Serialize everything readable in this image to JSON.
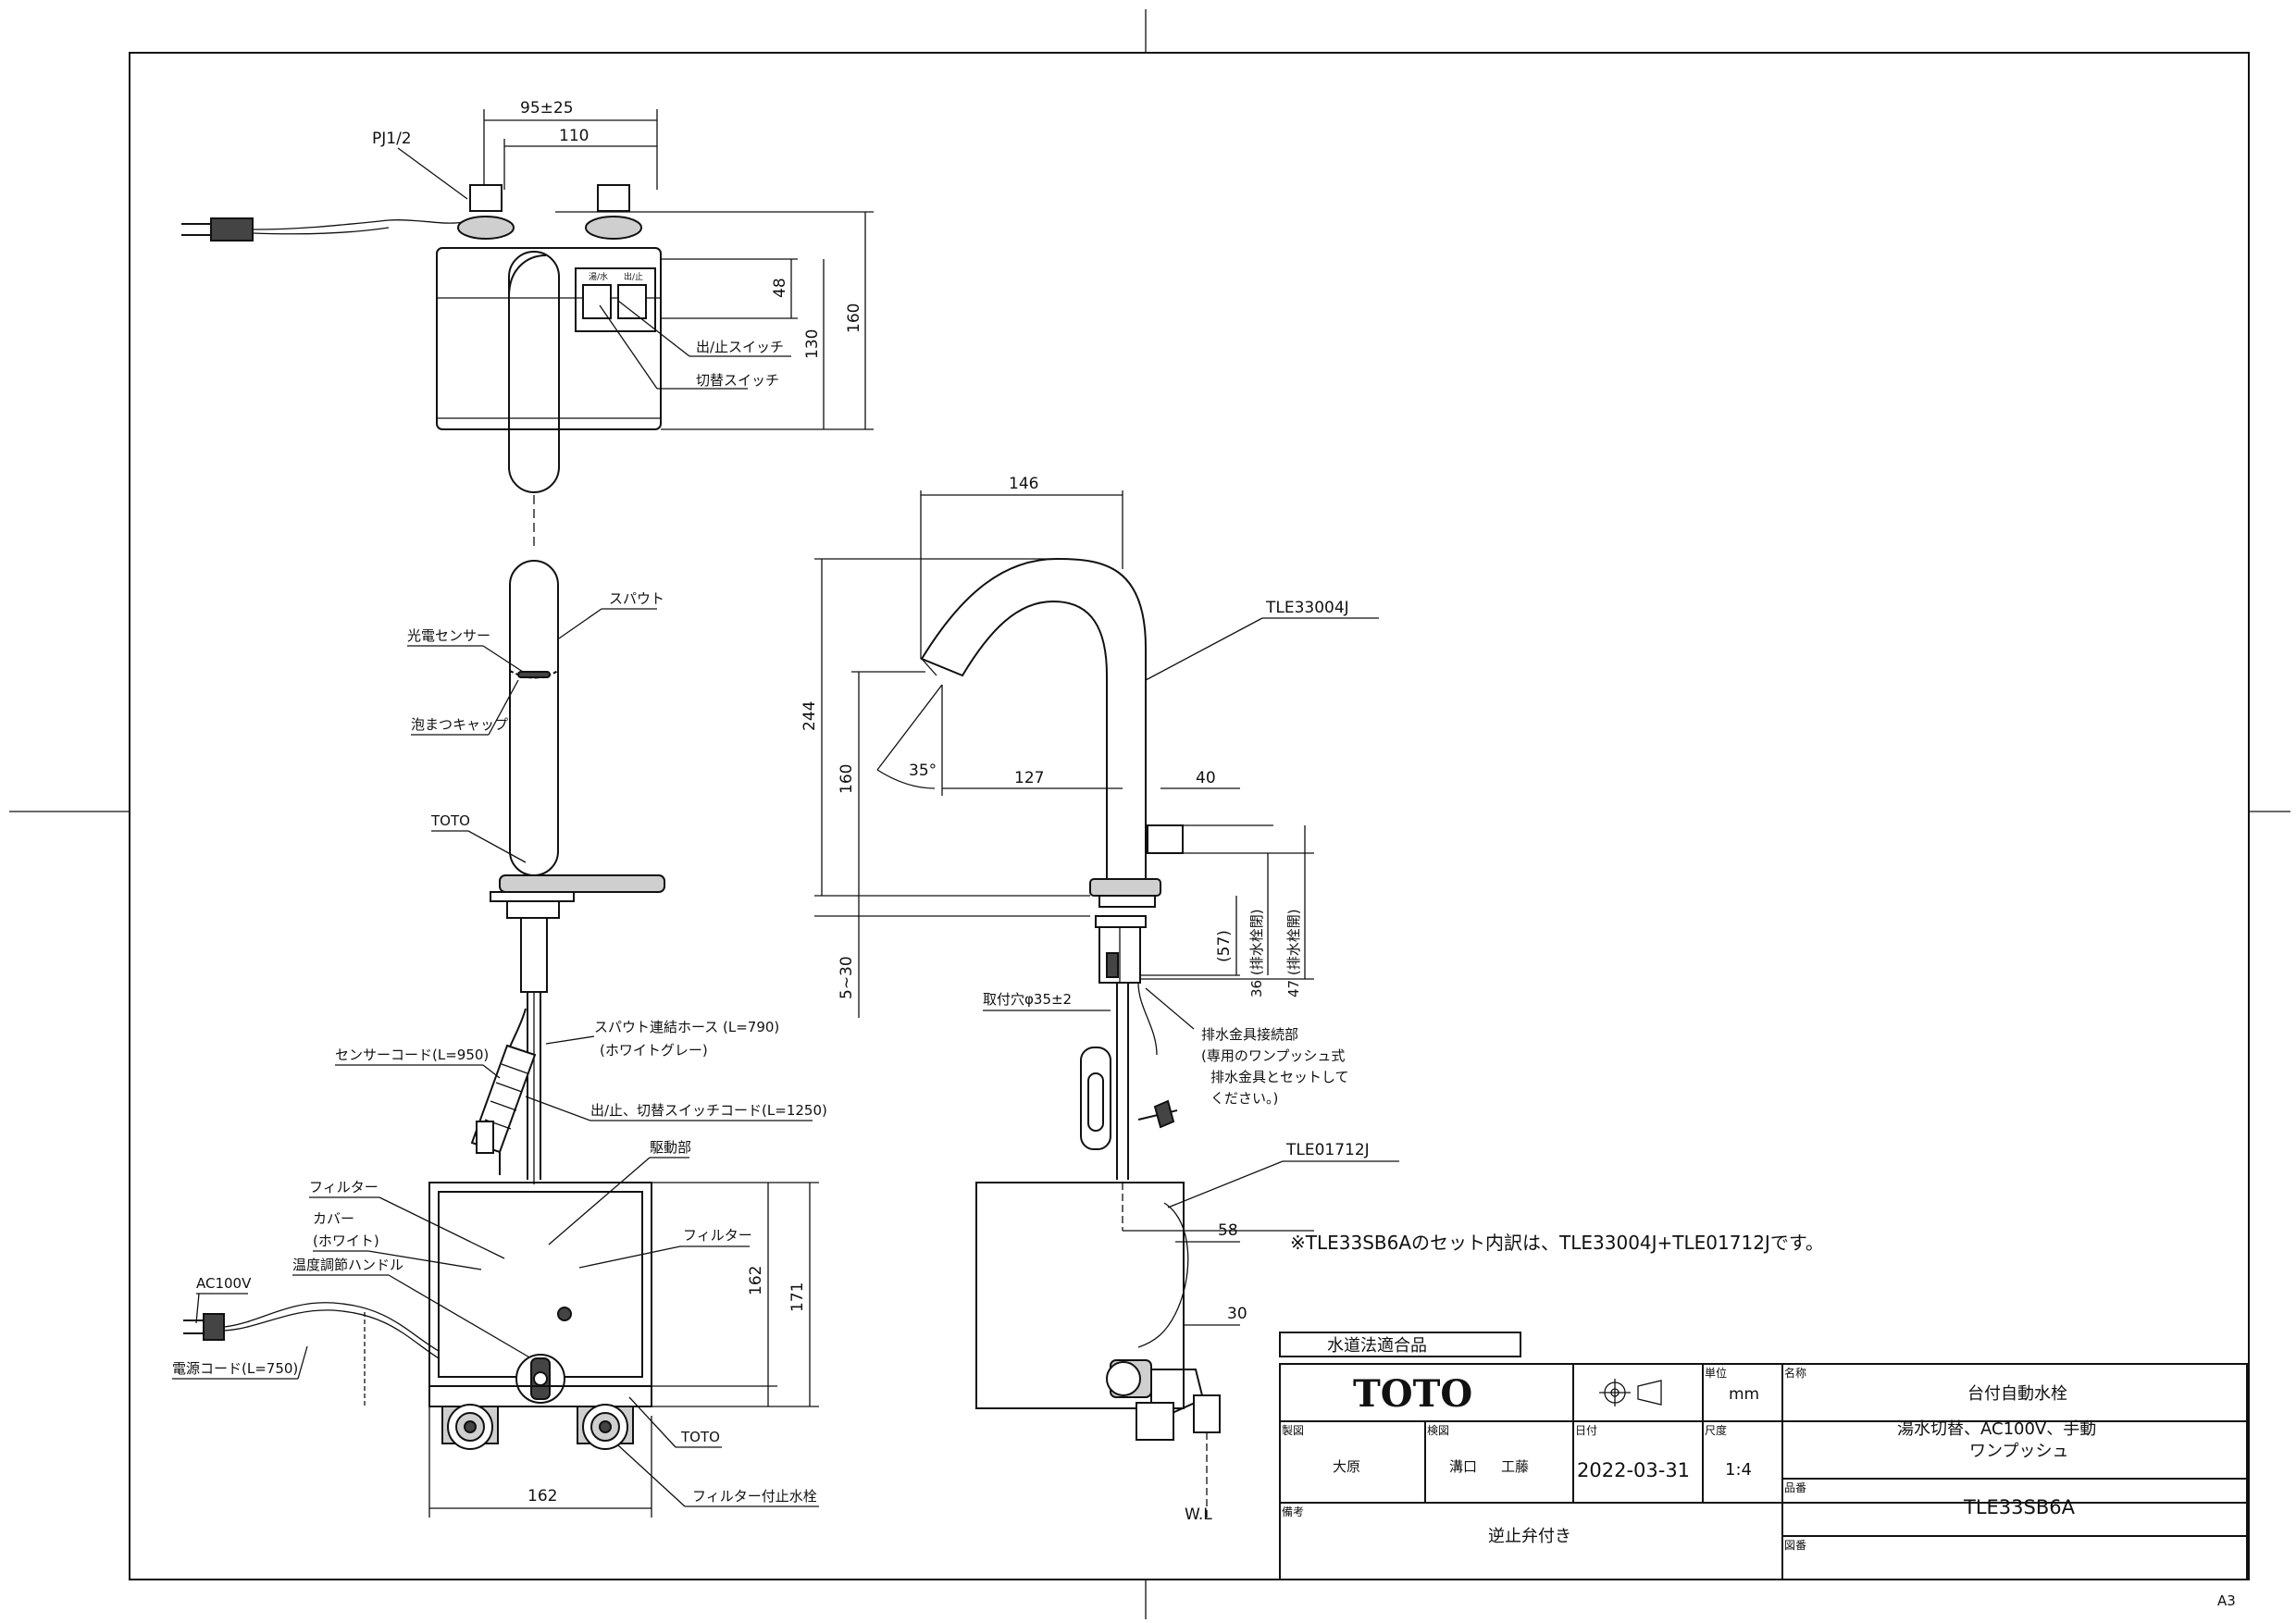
{
  "top_view": {
    "dim_95": "95±25",
    "dim_110": "110",
    "dim_48": "48",
    "dim_130": "130",
    "dim_160": "160",
    "pj": "PJ1/2",
    "switch_onoff": "出/止スイッチ",
    "switch_toggle": "切替スイッチ"
  },
  "front_view": {
    "spout": "スパウト",
    "sensor": "光電センサー",
    "aerator": "泡まつキャップ",
    "toto": "TOTO",
    "hose": "スパウト連結ホース (L=790)",
    "hose_color": "(ホワイトグレー)",
    "sensor_cord": "センサーコード(L=950)",
    "switch_cord": "出/止、切替スイッチコード(L=1250)",
    "drive": "駆動部",
    "filter1": "フィルター",
    "filter2": "フィルター",
    "cover": "カバー",
    "cover_color": "(ホワイト)",
    "temp_handle": "温度調節ハンドル",
    "ac": "AC100V",
    "power_cord": "電源コード(L=750)",
    "toto_valve": "TOTO",
    "filter_valve": "フィルター付止水栓",
    "dim_162h": "162",
    "dim_171": "171",
    "dim_162w": "162"
  },
  "side_view": {
    "dim_146": "146",
    "dim_244": "244",
    "dim_160": "160",
    "angle": "35°",
    "dim_127": "127",
    "dim_40": "40",
    "dim_530": "5~30",
    "dim_57": "(57)",
    "dim_36": "36 (排水栓閉)",
    "dim_47": "47 (排水栓開)",
    "hole": "取付穴φ35±2",
    "drain1": "排水金具接続部",
    "drain2": "(専用のワンプッシュ式",
    "drain3": "排水金具とセットして",
    "drain4": "ください。)",
    "model_spout": "TLE33004J",
    "model_unit": "TLE01712J",
    "dim_58": "58",
    "dim_30": "30",
    "wl": "W.L"
  },
  "note": "※TLE33SB6Aのセット内訳は、TLE33004J+TLE01712Jです。",
  "title_block": {
    "compliance": "水道法適合品",
    "brand": "TOTO",
    "unit_label": "単位",
    "unit": "mm",
    "name_label": "名称",
    "name": "台付自動水栓",
    "desc1": "湯水切替、AC100V、手動",
    "desc2": "ワンプッシュ",
    "designer_label": "製図",
    "designer": "大原",
    "checker_label": "検図",
    "checker1": "溝口",
    "checker2": "工藤",
    "date_label": "日付",
    "date": "2022-03-31",
    "scale_label": "尺度",
    "scale": "1:4",
    "product_label": "品番",
    "product": "TLE33SB6A",
    "remarks_label": "備考",
    "remarks": "逆止弁付き",
    "drawing_no_label": "図番",
    "sheet": "A3"
  }
}
